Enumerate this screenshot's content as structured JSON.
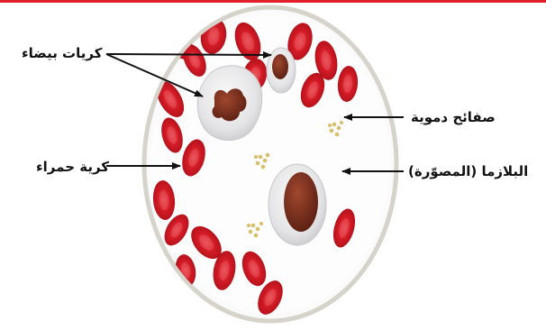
{
  "labels": {
    "white_cells": "كريات بيضاء",
    "red_cell": "كرية حمراء",
    "platelets": "صفائح دموية",
    "plasma": "البلازما (المصوّرة)"
  },
  "colors": {
    "top_rule": "#e0202a",
    "rbc_fill": "#c9141f",
    "rbc_center": "#e6444c",
    "wbc_fill": "#e8e8ea",
    "wbc_nucleus": "#7a2e1c",
    "platelet": "#d8c06a",
    "circle_border": "#d9d6cf",
    "circle_bg": "#fbfbfb",
    "arrow": "#111111"
  },
  "icons": {
    "red_blood_cell": "red-blood-cell-icon",
    "white_blood_cell": "white-blood-cell-icon",
    "platelet_cluster": "platelet-cluster-icon"
  }
}
